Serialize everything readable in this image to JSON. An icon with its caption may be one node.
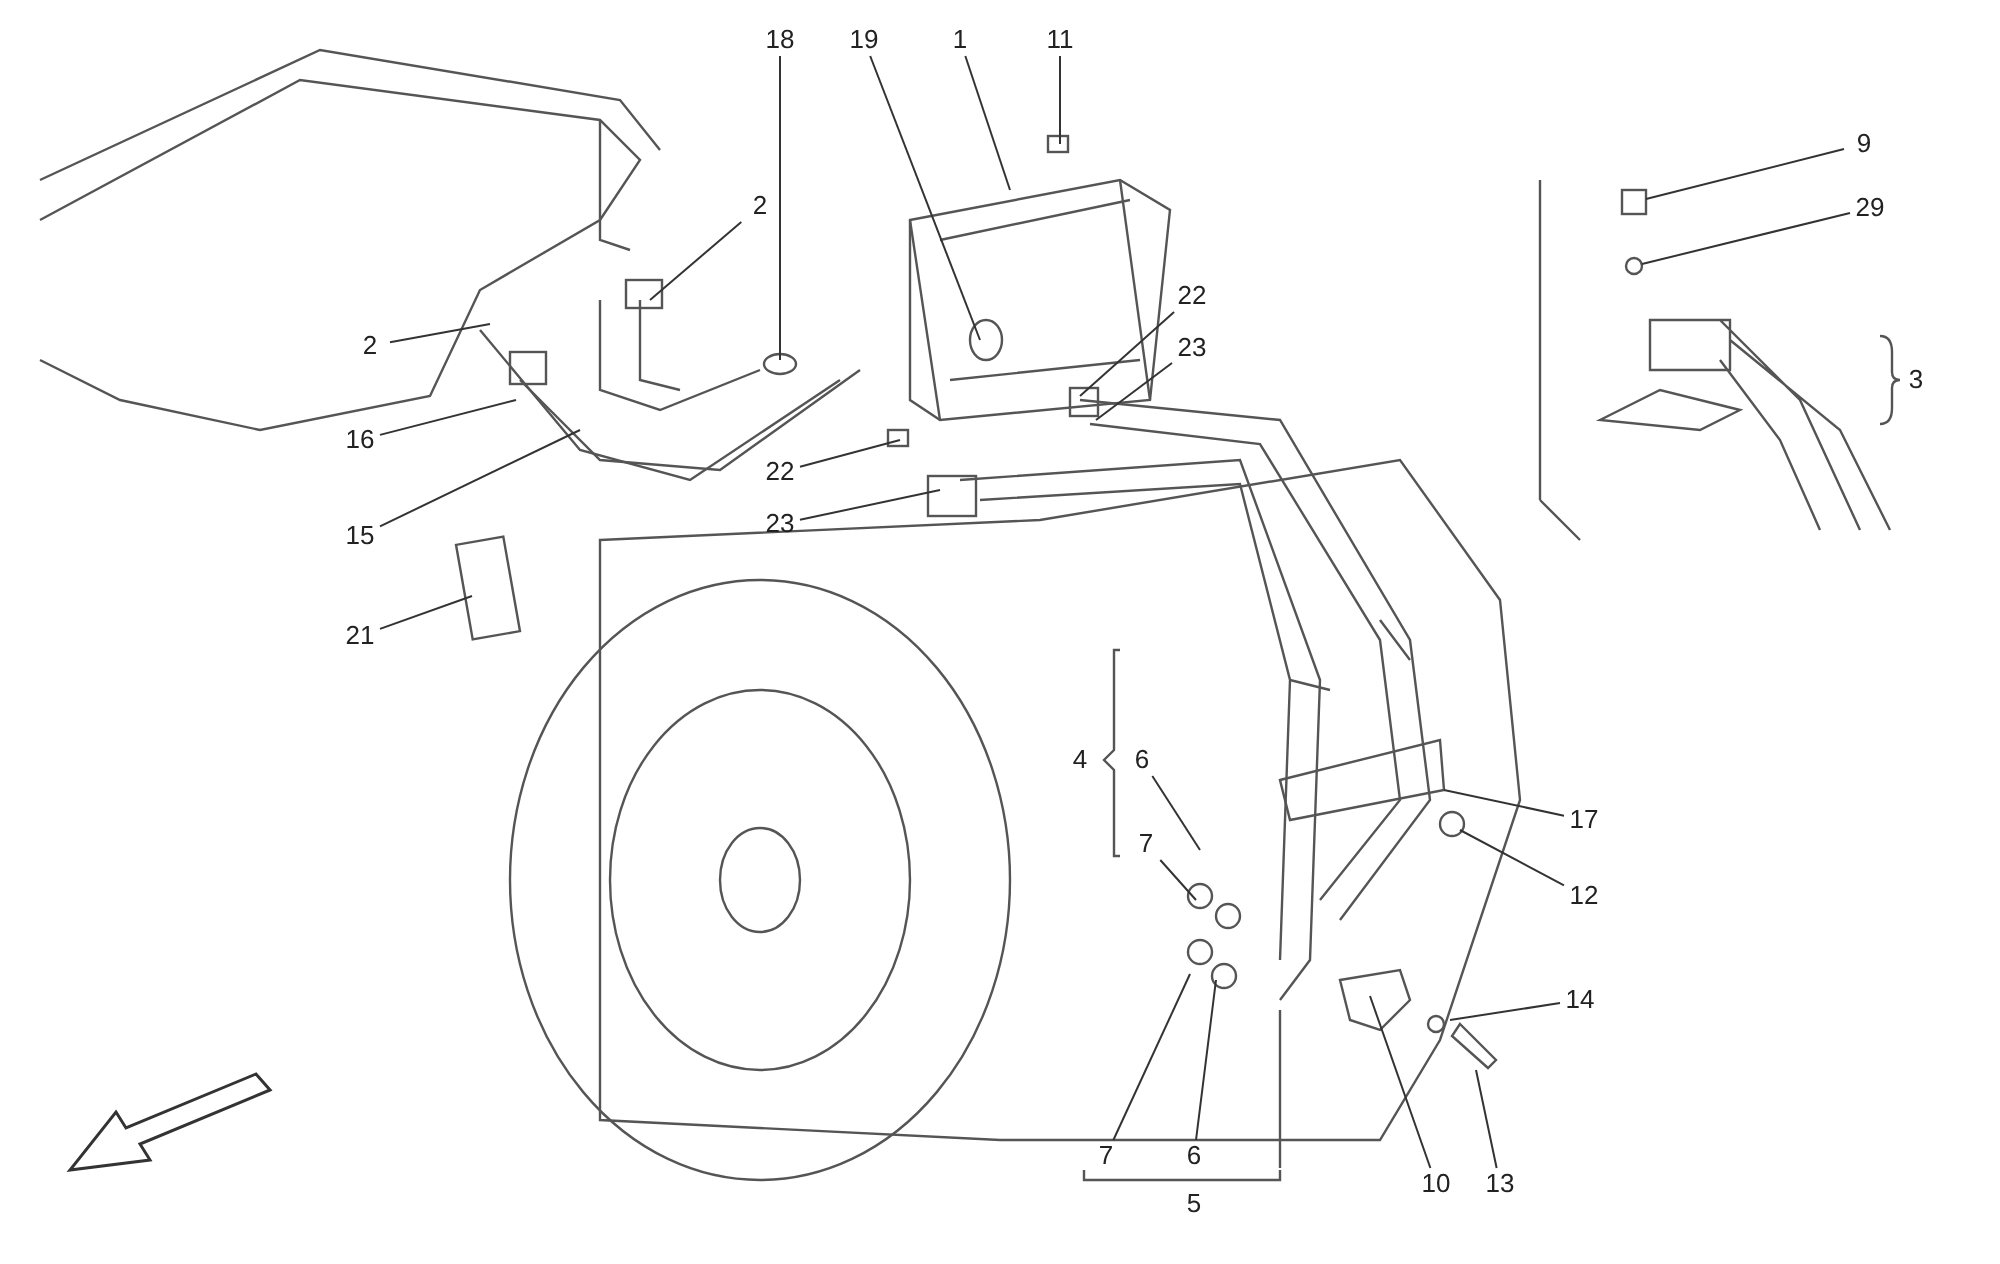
{
  "diagram": {
    "nodes": [
      {
        "text": [
          "18"
        ]
      },
      {
        "text": [
          "19"
        ]
      },
      {
        "text": [
          "1"
        ]
      },
      {
        "text": [
          "11"
        ]
      },
      {
        "text": [
          "9"
        ]
      },
      {
        "text": [
          "2"
        ]
      },
      {
        "text": [
          "29"
        ]
      },
      {
        "text": [
          "22"
        ]
      },
      {
        "text": [
          "2"
        ]
      },
      {
        "text": [
          "23"
        ]
      },
      {
        "text": [
          "16"
        ]
      },
      {
        "text": [
          "22"
        ]
      },
      {
        "text": [
          "23"
        ]
      },
      {
        "text": [
          "15"
        ]
      },
      {
        "text": [
          "21"
        ]
      },
      {
        "text": [
          "6"
        ]
      },
      {
        "text": [
          "17"
        ]
      },
      {
        "text": [
          "7"
        ]
      },
      {
        "text": [
          "12"
        ]
      },
      {
        "text": [
          "14"
        ]
      },
      {
        "text": [
          "7"
        ]
      },
      {
        "text": [
          "6"
        ]
      },
      {
        "text": [
          "10"
        ]
      },
      {
        "text": [
          "13"
        ]
      },
      {
        "text": [],
        "shape": "box"
      },
      {
        "text": [],
        "shape": "circle"
      }
    ],
    "edges": [
      {
        "from": 0,
        "to": null,
        "arrow": "none"
      },
      {
        "from": 1,
        "to": null,
        "arrow": "none"
      },
      {
        "from": 2,
        "to": null,
        "arrow": "none"
      },
      {
        "from": 3,
        "to": null,
        "arrow": "none"
      },
      {
        "from": 4,
        "to": 24,
        "arrow": "none"
      },
      {
        "from": 5,
        "to": null,
        "arrow": "none"
      },
      {
        "from": 6,
        "to": 25,
        "arrow": "none"
      },
      {
        "from": 7,
        "to": null,
        "arrow": "none"
      },
      {
        "from": 8,
        "to": null,
        "arrow": "none"
      },
      {
        "from": 9,
        "to": null,
        "arrow": "none"
      },
      {
        "from": 10,
        "to": null,
        "arrow": "none"
      },
      {
        "from": 11,
        "to": null,
        "arrow": "none"
      },
      {
        "from": 12,
        "to": null,
        "arrow": "none"
      },
      {
        "from": 13,
        "to": null,
        "arrow": "none"
      },
      {
        "from": 14,
        "to": null,
        "arrow": "none"
      },
      {
        "from": 15,
        "to": null,
        "arrow": "none"
      },
      {
        "from": 16,
        "to": null,
        "arrow": "none"
      },
      {
        "from": 17,
        "to": null,
        "arrow": "none"
      },
      {
        "from": 18,
        "to": null,
        "arrow": "none"
      },
      {
        "from": 19,
        "to": null,
        "arrow": "none"
      },
      {
        "from": 20,
        "to": null,
        "arrow": "none"
      },
      {
        "from": 21,
        "to": null,
        "arrow": "none"
      },
      {
        "from": 22,
        "to": null,
        "arrow": "none"
      },
      {
        "from": 23,
        "to": null,
        "arrow": "none"
      }
    ],
    "labels": [
      "3",
      "4",
      "5"
    ]
  }
}
